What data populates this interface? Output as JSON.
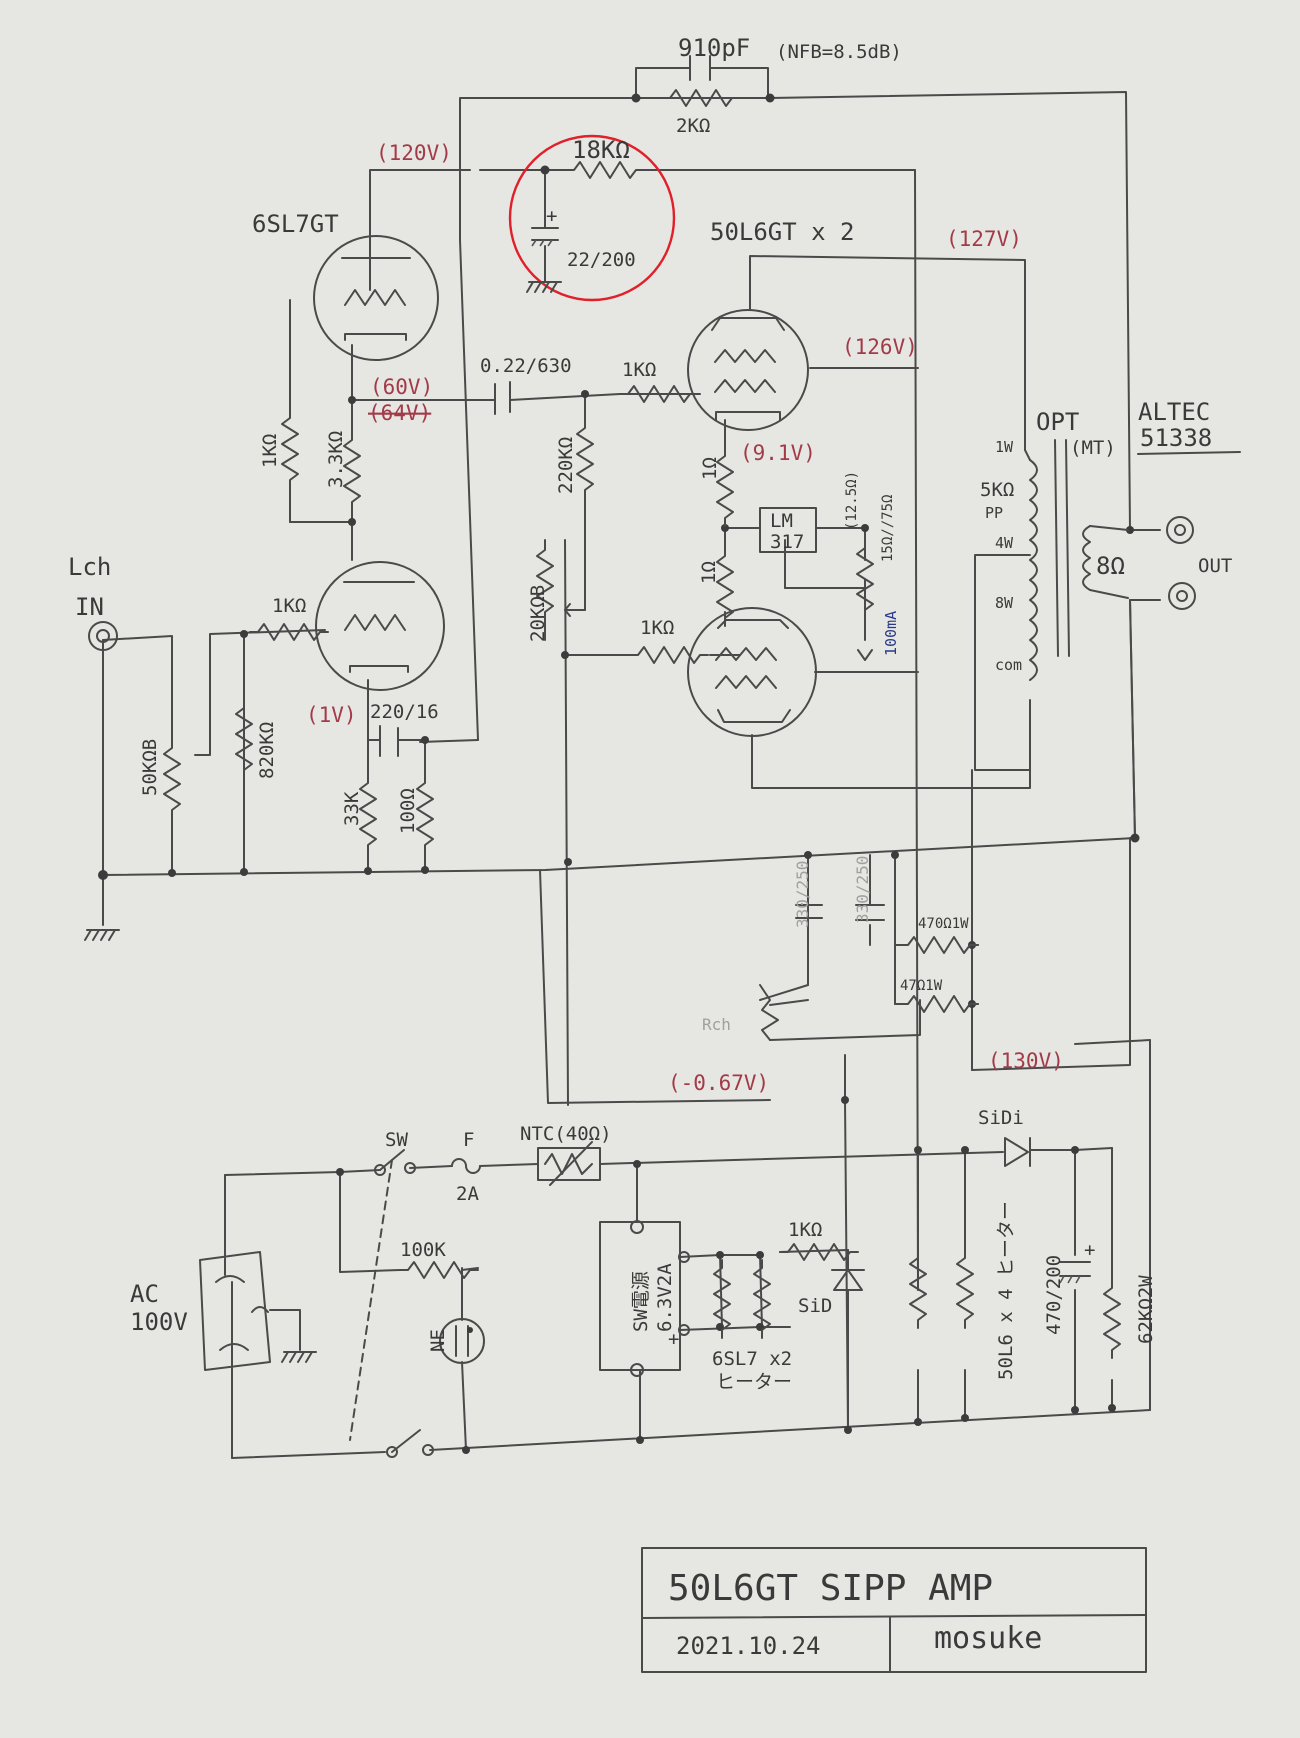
{
  "colors": {
    "paper": "#e6e6e2",
    "ink": "#4a4a4a",
    "voltage": "#a33a48",
    "current": "#2a3a8a",
    "highlight": "#e0202a"
  },
  "nfb": {
    "cap": "910pF",
    "note": "(NFB=8.5dB)",
    "res": "2KΩ"
  },
  "stage1": {
    "tube": "6SL7GT",
    "v_plate": "(120V)",
    "r_sg": "18KΩ",
    "c_decouple": "22/200",
    "v_mid": "(60V)",
    "v_struck": "(64V)",
    "r_plate": "3.3KΩ",
    "r_grid_top": "1KΩ"
  },
  "coupling": {
    "cap": "0.22/630",
    "r_grid": "1KΩ",
    "r_bias": "220KΩ",
    "pot": "20KΩB"
  },
  "output": {
    "tube": "50L6GT x 2",
    "v_plate": "(127V)",
    "v_screen": "(126V)",
    "v_cathode": "(9.1V)",
    "r_k1": "1Ω",
    "r_k2": "1Ω",
    "reg": "LM\n317",
    "r_reg": "(12.5Ω)",
    "r_reg2": "15Ω//75Ω",
    "current": "100mA",
    "r_grid2": "1KΩ"
  },
  "opt": {
    "label": "OPT",
    "type": "(MT)",
    "w1": "1W",
    "imp": "5KΩ",
    "pp": "PP",
    "w4": "4W",
    "w8": "8W",
    "com": "com",
    "spk_brand": "ALTEC",
    "spk_model": "51338",
    "spk_imp": "8Ω",
    "out": "OUT"
  },
  "input": {
    "line1": "Lch",
    "line2": "IN",
    "vol": "50KΩB",
    "r_in": "820KΩ",
    "r_grid": "1KΩ",
    "v_k": "(1V)",
    "cap_k": "220/16",
    "r_k": "33K",
    "r_nfb": "100Ω"
  },
  "psu_caps": {
    "c1": "330/250",
    "c2": "330/250",
    "r1": "470Ω1W",
    "r2": "47Ω1W",
    "rch": "Rch",
    "v_bias": "(-0.67V)",
    "v_b": "(130V)",
    "diode": "SiDi"
  },
  "power": {
    "sw": "SW",
    "fuse": "F",
    "fuse_val": "2A",
    "ntc": "NTC(40Ω)",
    "ac1": "AC",
    "ac2": "100V",
    "r_neon": "100K",
    "neon": "NE",
    "smps": "SW電源",
    "smps_v": "6.3V2A",
    "r_1k": "1KΩ",
    "diode2": "SiD",
    "heater": "6SL7 x2",
    "heater2": "ヒーター",
    "heater50": "50L6 x 4 ヒーター",
    "c_main": "470/200",
    "r_bleed": "62KΩ2W"
  },
  "title_block": {
    "title": "50L6GT SIPP AMP",
    "date": "2021.10.24",
    "author": "mosuke"
  }
}
